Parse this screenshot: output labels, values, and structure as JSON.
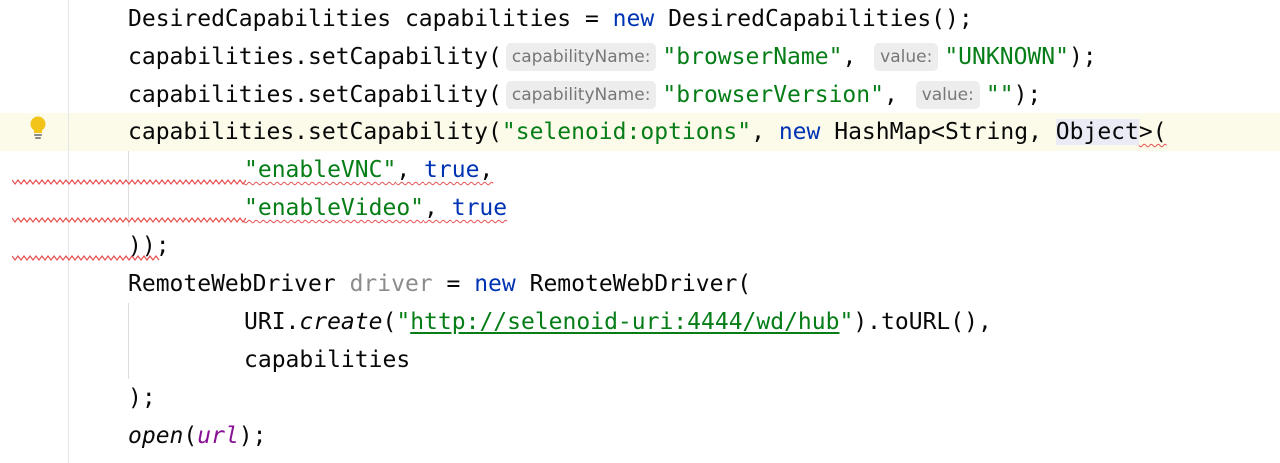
{
  "code": {
    "line1": {
      "type": "DesiredCapabilities",
      "var": " capabilities = ",
      "kw_new": "new",
      "ctor": " DesiredCapabilities();"
    },
    "line2": {
      "call": "capabilities.setCapability(",
      "hint1": "capabilityName:",
      "arg1": "\"browserName\"",
      "sep": ",",
      "hint2": "value:",
      "arg2": "\"UNKNOWN\"",
      "end": ");"
    },
    "line3": {
      "call": "capabilities.setCapability(",
      "hint1": "capabilityName:",
      "arg1": "\"browserVersion\"",
      "sep": ",",
      "hint2": "value:",
      "arg2": "\"\"",
      "end": ");"
    },
    "line4": {
      "call": "capabilities.setCapability(",
      "arg1": "\"selenoid:options\"",
      "sep": ", ",
      "kw_new": "new",
      "type_a": " HashMap<String, ",
      "type_b": "Object",
      "end": ">("
    },
    "line5": {
      "str": "\"enableVNC\"",
      "sep": ", ",
      "kw": "true",
      "end": ","
    },
    "line6": {
      "str": "\"enableVideo\"",
      "sep": ", ",
      "kw": "true"
    },
    "line7": {
      "text": "));"
    },
    "line8": {
      "type": "RemoteWebDriver ",
      "var": "driver",
      "eq": " = ",
      "kw_new": "new",
      "ctor": " RemoteWebDriver("
    },
    "line9": {
      "obj": "URI.",
      "method": "create",
      "open": "(",
      "q1": "\"",
      "url": "http://selenoid-uri:4444/wd/hub",
      "q2": "\"",
      "end": ").toURL(),"
    },
    "line10": {
      "text": "capabilities"
    },
    "line11": {
      "text": ");"
    },
    "line12": {
      "method": "open",
      "open": "(",
      "arg": "url",
      "end": ");"
    }
  },
  "colors": {
    "keyword": "#0033b3",
    "string": "#067d17",
    "error": "#e55252",
    "field": "#871094"
  },
  "icons": {
    "gutter": "lightbulb-icon"
  }
}
